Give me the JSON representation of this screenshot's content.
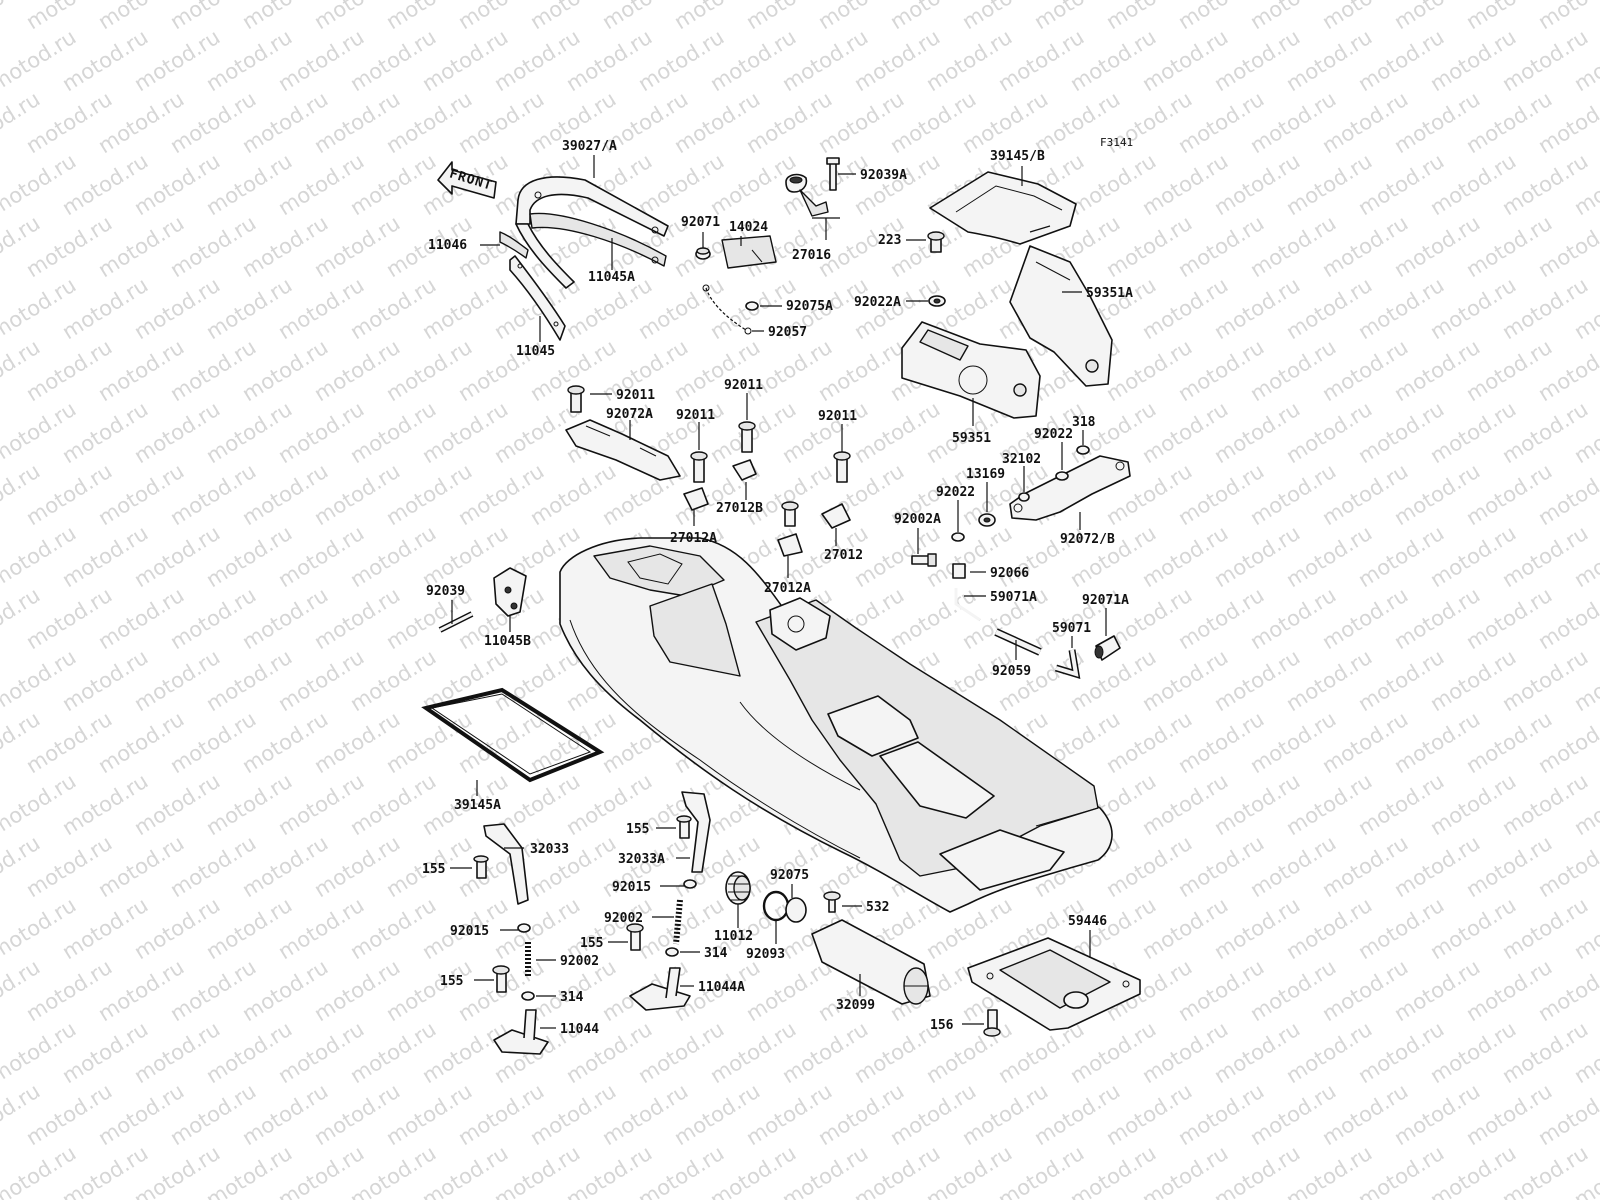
{
  "watermark": "motod.ru",
  "figure_code": "F3141",
  "front_label": "FRONT",
  "callouts": {
    "p39027A": "39027/A",
    "p11046": "11046",
    "p11045A": "11045A",
    "p11045": "11045",
    "p92071": "92071",
    "p14024": "14024",
    "p92075A": "92075A",
    "p92057": "92057",
    "p92039A": "92039A",
    "p27016": "27016",
    "p39145B": "39145/B",
    "p223": "223",
    "p92022A": "92022A",
    "p59351A": "59351A",
    "p59351": "59351",
    "p92011a": "92011",
    "p92072A": "92072A",
    "p92011b": "92011",
    "p92011c": "92011",
    "p92011d": "92011",
    "p27012B": "27012B",
    "p27012Aa": "27012A",
    "p27012": "27012",
    "p27012Ab": "27012A",
    "p318": "318",
    "p92022a": "92022",
    "p32102": "32102",
    "p13169": "13169",
    "p92022b": "92022",
    "p92002A": "92002A",
    "p92072B": "92072/B",
    "p92066": "92066",
    "p59071A": "59071A",
    "p92071A": "92071A",
    "p59071": "59071",
    "p92059": "92059",
    "p92039": "92039",
    "p11045B": "11045B",
    "p39145A": "39145A",
    "p155a": "155",
    "p32033A": "32033A",
    "p32033": "32033",
    "p155b": "155",
    "p92015a": "92015",
    "p92075": "92075",
    "p532": "532",
    "p92002a": "92002",
    "p11012": "11012",
    "p92093": "92093",
    "p314a": "314",
    "p155c": "155",
    "p92015b": "92015",
    "p92002b": "92002",
    "p11044A": "11044A",
    "p32099": "32099",
    "p59446": "59446",
    "p155d": "155",
    "p314b": "314",
    "p11044": "11044",
    "p156": "156"
  }
}
